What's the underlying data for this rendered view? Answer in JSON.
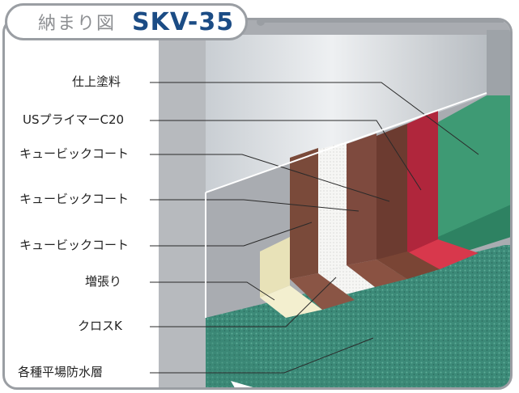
{
  "title": {
    "jp": "納まり図",
    "code": "SKV-35"
  },
  "labels": [
    "仕上塗料",
    "USプライマーC20",
    "キュービックコート",
    "キュービックコート",
    "キュービックコート",
    "増張り",
    "クロスK",
    "各種平場防水層"
  ],
  "colors": {
    "finish_green": "#3e9a74",
    "primer_red": "#b0263c",
    "cubic_brown": "#7a4a3a",
    "cross_white": "#f4f4f2",
    "reinforce_cream": "#e8e2b8",
    "floor_teal": "#3c8a78",
    "title_blue": "#1b4c85"
  }
}
